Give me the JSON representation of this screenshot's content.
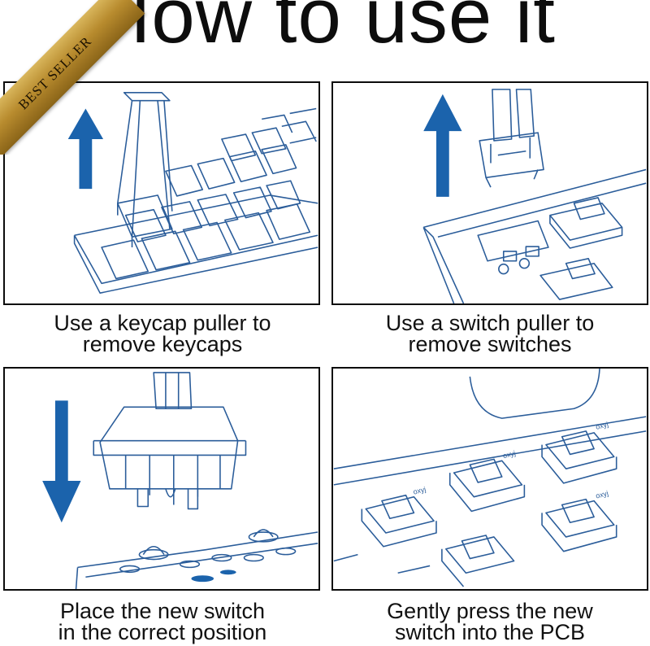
{
  "page": {
    "title": "How to use it",
    "badge": "BEST SELLER"
  },
  "steps": [
    {
      "line1": "Use a keycap puller to",
      "line2": "remove keycaps"
    },
    {
      "line1": "Use a switch puller to",
      "line2": "remove switches"
    },
    {
      "line1": "Place the new switch",
      "line2": "in the correct position"
    },
    {
      "line1": "Gently press the new",
      "line2": "switch into the PCB"
    }
  ],
  "switch_label": "oxyj",
  "colors": {
    "line_art": "#2b5d9a",
    "arrow": "#1b63ac",
    "badge_gold": "#b88b2e",
    "text": "#111111"
  },
  "icons": [
    "up-arrow-icon",
    "down-arrow-icon",
    "keycap-puller-icon",
    "switch-puller-icon"
  ]
}
